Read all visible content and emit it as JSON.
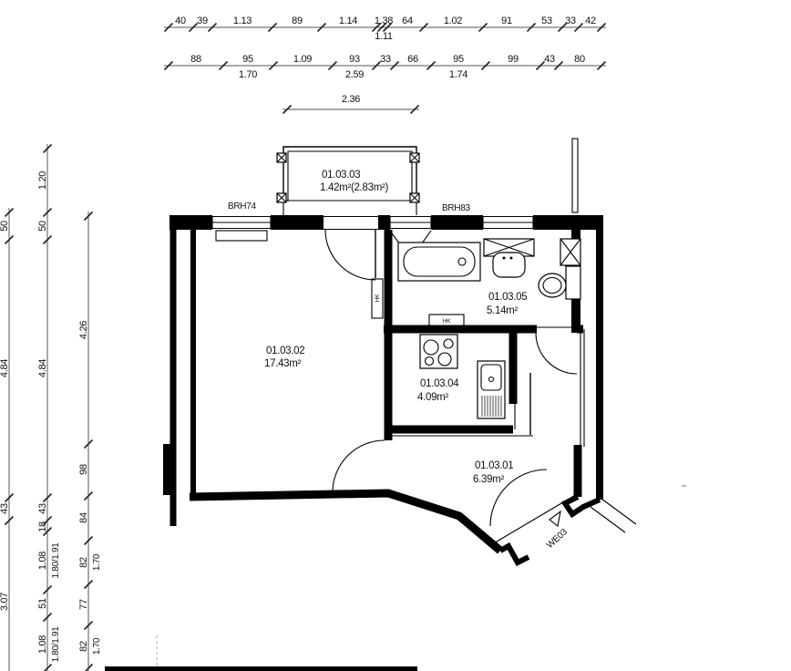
{
  "rooms": {
    "r0302": {
      "id": "01.03.02",
      "area": "17.43m²"
    },
    "r0303": {
      "id": "01.03.03",
      "area": "1.42m²(2.83m²)"
    },
    "r0304": {
      "id": "01.03.04",
      "area": "4.09m²"
    },
    "r0305": {
      "id": "01.03.05",
      "area": "5.14m²"
    },
    "r0301": {
      "id": "01.03.01",
      "area": "6.39m²"
    }
  },
  "labels": {
    "brh74": "BRH74",
    "brh83": "BRH83",
    "we03": "WE03",
    "hk": "HK"
  },
  "dims": {
    "balcony": "2.36",
    "top1": [
      "40",
      "39",
      "1.13",
      "89",
      "1.14",
      "1.38",
      "1.11",
      "64",
      "1.02",
      "91",
      "53",
      "33",
      "42"
    ],
    "top2": [
      "88",
      "95",
      "1.09",
      "93",
      "33",
      "66",
      "95",
      "99",
      "43",
      "80"
    ],
    "top2sub": [
      "1.70",
      "2.59",
      "1.74"
    ],
    "left1": [
      "50",
      "4.84",
      "43",
      "3.07"
    ],
    "left2": [
      "1.20",
      "50",
      "4.84",
      "43",
      "18",
      "1.08",
      "51",
      "1.08"
    ],
    "left2sub": [
      "1.80/1.91",
      "1.80/1.91"
    ],
    "left3": [
      "4.26",
      "98",
      "84",
      "82",
      "77",
      "82"
    ],
    "left3sub": [
      "1.70",
      "1.70"
    ]
  }
}
